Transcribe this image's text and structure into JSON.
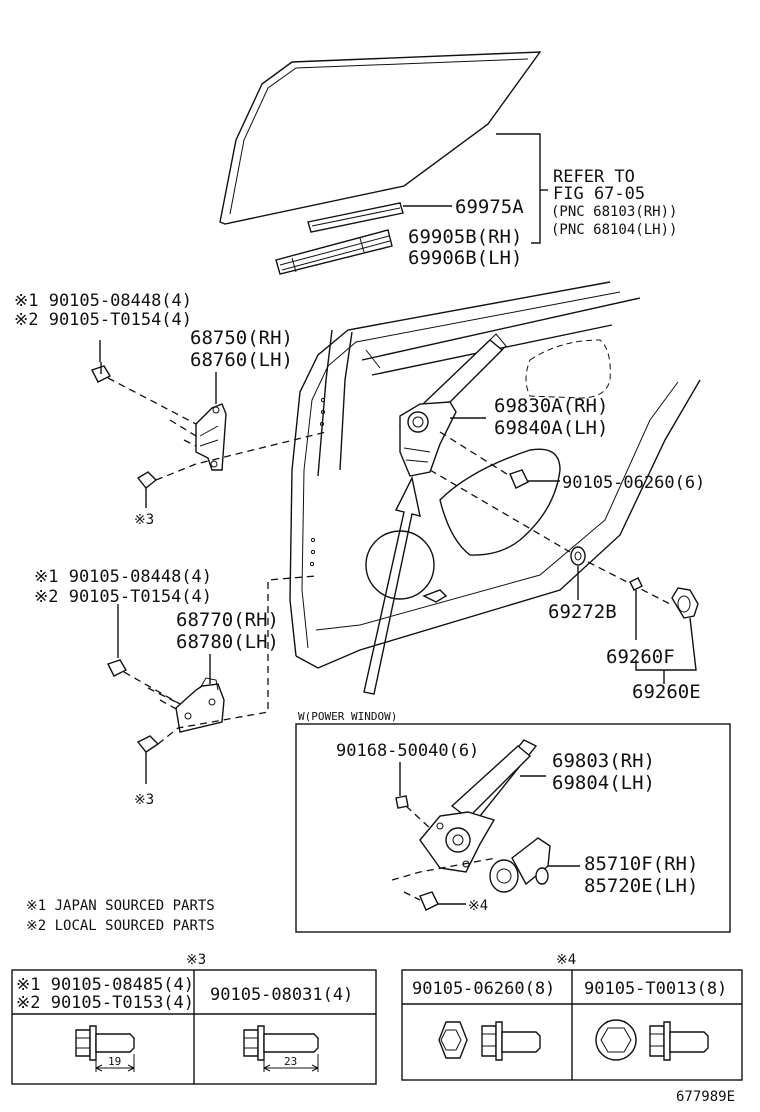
{
  "glass": {
    "refer_lines": [
      "REFER TO",
      "FIG 67-05",
      "(PNC 68103(RH))",
      "(PNC 68104(LH))"
    ],
    "p69975": "69975A",
    "p69905": "69905B(RH)",
    "p69906": "69906B(LH)"
  },
  "upper_hinge": {
    "bolt1": "※1 90105-08448(4)",
    "bolt2": "※2 90105-T0154(4)",
    "rh": "68750(RH)",
    "lh": "68760(LH)",
    "ref": "※3"
  },
  "lower_hinge": {
    "bolt1": "※1 90105-08448(4)",
    "bolt2": "※2 90105-T0154(4)",
    "rh": "68770(RH)",
    "lh": "68780(LH)",
    "ref": "※3"
  },
  "regulator": {
    "rh": "69830A(RH)",
    "lh": "69840A(LH)",
    "bolt": "90105-06260(6)",
    "p69272": "69272B",
    "p69260f": "69260F",
    "p69260e": "69260E"
  },
  "power_window": {
    "title": "W(POWER WINDOW)",
    "bolt": "90168-50040(6)",
    "reg_rh": "69803(RH)",
    "reg_lh": "69804(LH)",
    "motor_rh": "85710F(RH)",
    "motor_lh": "85720E(LH)",
    "ref": "※4"
  },
  "notes": [
    "※1 JAPAN SOURCED PARTS",
    "※2 LOCAL SOURCED PARTS"
  ],
  "table3": {
    "marker": "※3",
    "left_line1": "※1 90105-08485(4)",
    "left_line2": "※2 90105-T0153(4)",
    "right": "90105-08031(4)",
    "dim_left": "19",
    "dim_right": "23"
  },
  "table4": {
    "marker": "※4",
    "left": "90105-06260(8)",
    "right": "90105-T0013(8)"
  },
  "figure_id": "677989E"
}
